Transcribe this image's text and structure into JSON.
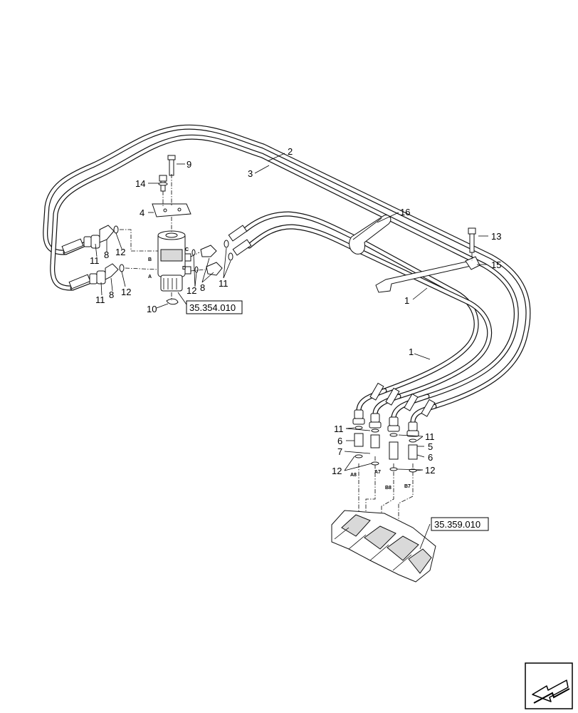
{
  "callouts": {
    "c1a": "1",
    "c1b": "1",
    "c2": "2",
    "c3": "3",
    "c4": "4",
    "c5": "5",
    "c6a": "6",
    "c6b": "6",
    "c7": "7",
    "c8a": "8",
    "c8b": "8",
    "c8c": "8",
    "c9": "9",
    "c10": "10",
    "c11a": "11",
    "c11b": "11",
    "c11c": "11",
    "c11d": "11",
    "c11e": "11",
    "c12a": "12",
    "c12b": "12",
    "c12c": "12",
    "c12d": "12",
    "c12e": "12",
    "c13": "13",
    "c14": "14",
    "c15": "15",
    "c16": "16"
  },
  "ports": {
    "a": "A",
    "b": "B",
    "c": "C",
    "d": "D",
    "a8": "A8",
    "a7": "A7",
    "b8": "B8",
    "b7": "B7"
  },
  "refs": {
    "ref1": "35.354.010",
    "ref2": "35.359.010"
  },
  "icons": {
    "nav": "back-arrow-icon"
  }
}
